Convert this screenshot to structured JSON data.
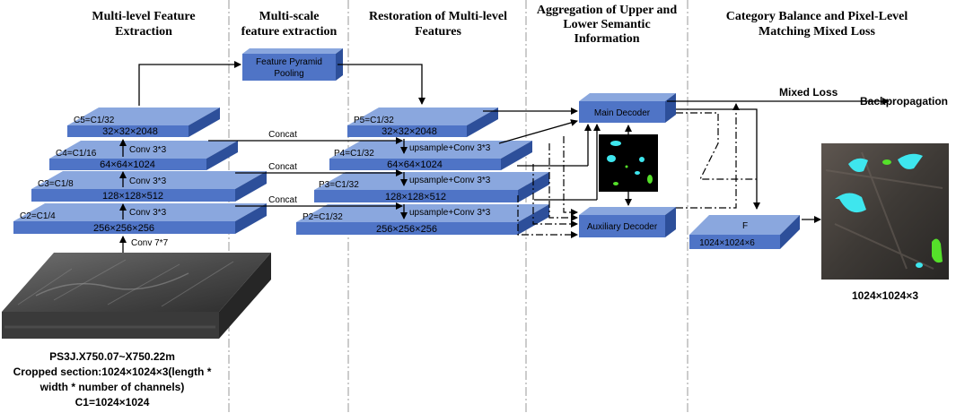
{
  "sections": {
    "s1": [
      "Multi-level Feature",
      "Extraction"
    ],
    "s2": [
      "Multi-scale",
      "feature extraction"
    ],
    "s3": [
      "Restoration of Multi-level",
      "Features"
    ],
    "s4": [
      "Aggregation of Upper and",
      "Lower Semantic",
      "Information"
    ],
    "s5": [
      "Category Balance and Pixel-Level",
      "Matching Mixed Loss"
    ]
  },
  "encoder": {
    "c5_name": "C5=C1/32",
    "c5_dim": "32×32×2048",
    "c4_name": "C4=C1/16",
    "c4_dim": "64×64×1024",
    "c3_name": "C3=C1/8",
    "c3_dim": "128×128×512",
    "c2_name": "C2=C1/4",
    "c2_dim": "256×256×256",
    "conv33": "Conv  3*3",
    "conv77": "Conv 7*7"
  },
  "fpp": [
    "Feature Pyramid",
    "Pooling"
  ],
  "concat": "Concat",
  "decoder_path": {
    "p5_name": "P5=C1/32",
    "p5_dim": "32×32×2048",
    "p4_name": "P4=C1/32",
    "p4_dim": "64×64×1024",
    "p3_name": "P3=C1/32",
    "p3_dim": "128×128×512",
    "p2_name": "P2=C1/32",
    "p2_dim": "256×256×256",
    "upsample": "upsample+Conv 3*3"
  },
  "main_decoder": "Main Decoder",
  "aux_decoder": "Auxiliary Decoder",
  "mixed_loss": "Mixed Loss",
  "backprop": "Backpropagation",
  "f_block": {
    "name": "F",
    "dim": "1024×1024×6"
  },
  "output_caption": "1024×1024×3",
  "input_caption": [
    "PS3J.X750.07~X750.22m",
    "Cropped section:1024×1024×3(length *",
    "width * number of channels)",
    "C1=1024×1024"
  ],
  "colors": {
    "block_top": "#8aa7de",
    "block_front": "#4f74c6",
    "block_side": "#2d4f9a",
    "segment_cyan": "#3ee6ee",
    "segment_green": "#55e02a"
  }
}
